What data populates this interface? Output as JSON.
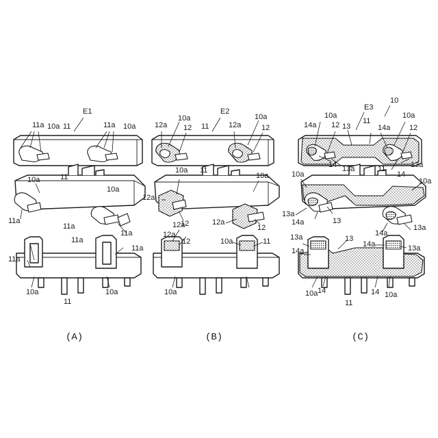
{
  "captions": [
    "(A)",
    "(B)",
    "(C)"
  ],
  "panelA": {
    "tag": "E1",
    "labels": [
      "11a",
      "10a",
      "11",
      "11a",
      "10a",
      "11",
      "10a",
      "10a",
      "11a",
      "11a",
      "11a",
      "11a",
      "11a",
      "11a",
      "10a",
      "11",
      "10a"
    ]
  },
  "panelB": {
    "tag": "E2",
    "labels": [
      "10a",
      "12a",
      "12",
      "11",
      "12a",
      "10a",
      "12",
      "11",
      "10a",
      "10a",
      "12a",
      "12",
      "12a",
      "12",
      "12a",
      "12",
      "12a",
      "10a",
      "11",
      "10a"
    ]
  },
  "panelC": {
    "tag": "E3",
    "number": "10",
    "labels": [
      "10a",
      "14a",
      "12",
      "13",
      "11",
      "14a",
      "10a",
      "12",
      "14",
      "13a",
      "14",
      "13a",
      "10a",
      "11",
      "10a",
      "13a",
      "14a",
      "13",
      "14a",
      "13a",
      "13a",
      "14a",
      "13",
      "14a",
      "13a",
      "10a",
      "14",
      "11",
      "14",
      "10a"
    ]
  }
}
